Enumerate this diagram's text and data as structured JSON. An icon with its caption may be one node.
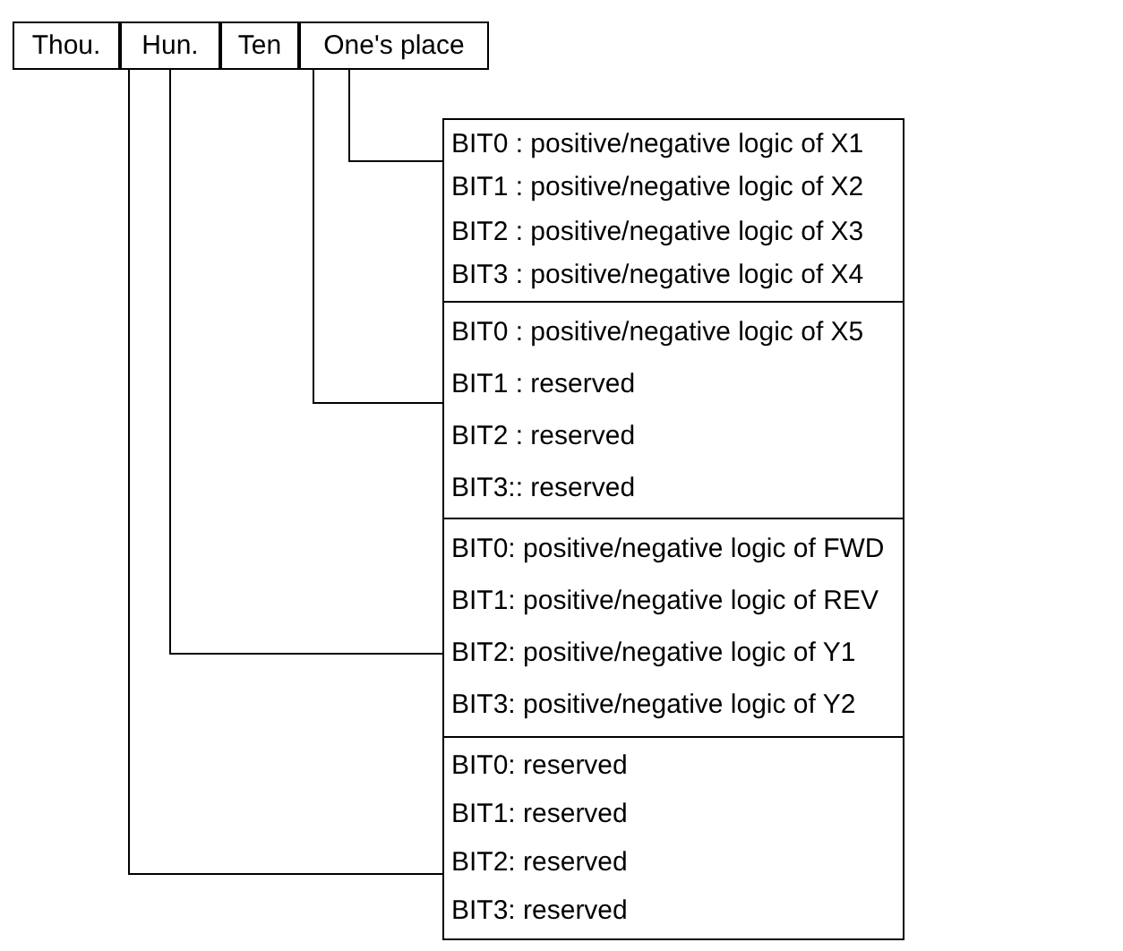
{
  "diagram": {
    "nodes": [
      {
        "text": [
          "Thou."
        ]
      },
      {
        "text": [
          "Hun."
        ]
      },
      {
        "text": [
          "Ten"
        ]
      },
      {
        "text": [
          "One's place"
        ]
      },
      {
        "text": [
          "BIT0 : positive/negative logic of X1",
          "BIT1 : positive/negative logic of X2",
          "BIT2 : positive/negative logic of X3",
          "BIT3 : positive/negative logic of X4"
        ]
      },
      {
        "text": [
          "BIT0 : positive/negative logic of X5",
          "BIT1 : reserved",
          "BIT2 : reserved",
          "BIT3:: reserved"
        ]
      },
      {
        "text": [
          "BIT0: positive/negative logic of FWD",
          "BIT1: positive/negative logic of REV",
          "BIT2: positive/negative logic of Y1",
          "BIT3: positive/negative logic of Y2"
        ]
      },
      {
        "text": [
          "BIT0: reserved",
          "BIT1: reserved",
          "BIT2: reserved",
          "BIT3: reserved"
        ]
      }
    ],
    "edges": [
      {
        "from": 3,
        "to": 4,
        "arrow": "none"
      },
      {
        "from": 2,
        "to": 5,
        "arrow": "none"
      },
      {
        "from": 1,
        "to": 6,
        "arrow": "none"
      },
      {
        "from": 0,
        "to": 7,
        "arrow": "none"
      }
    ]
  }
}
